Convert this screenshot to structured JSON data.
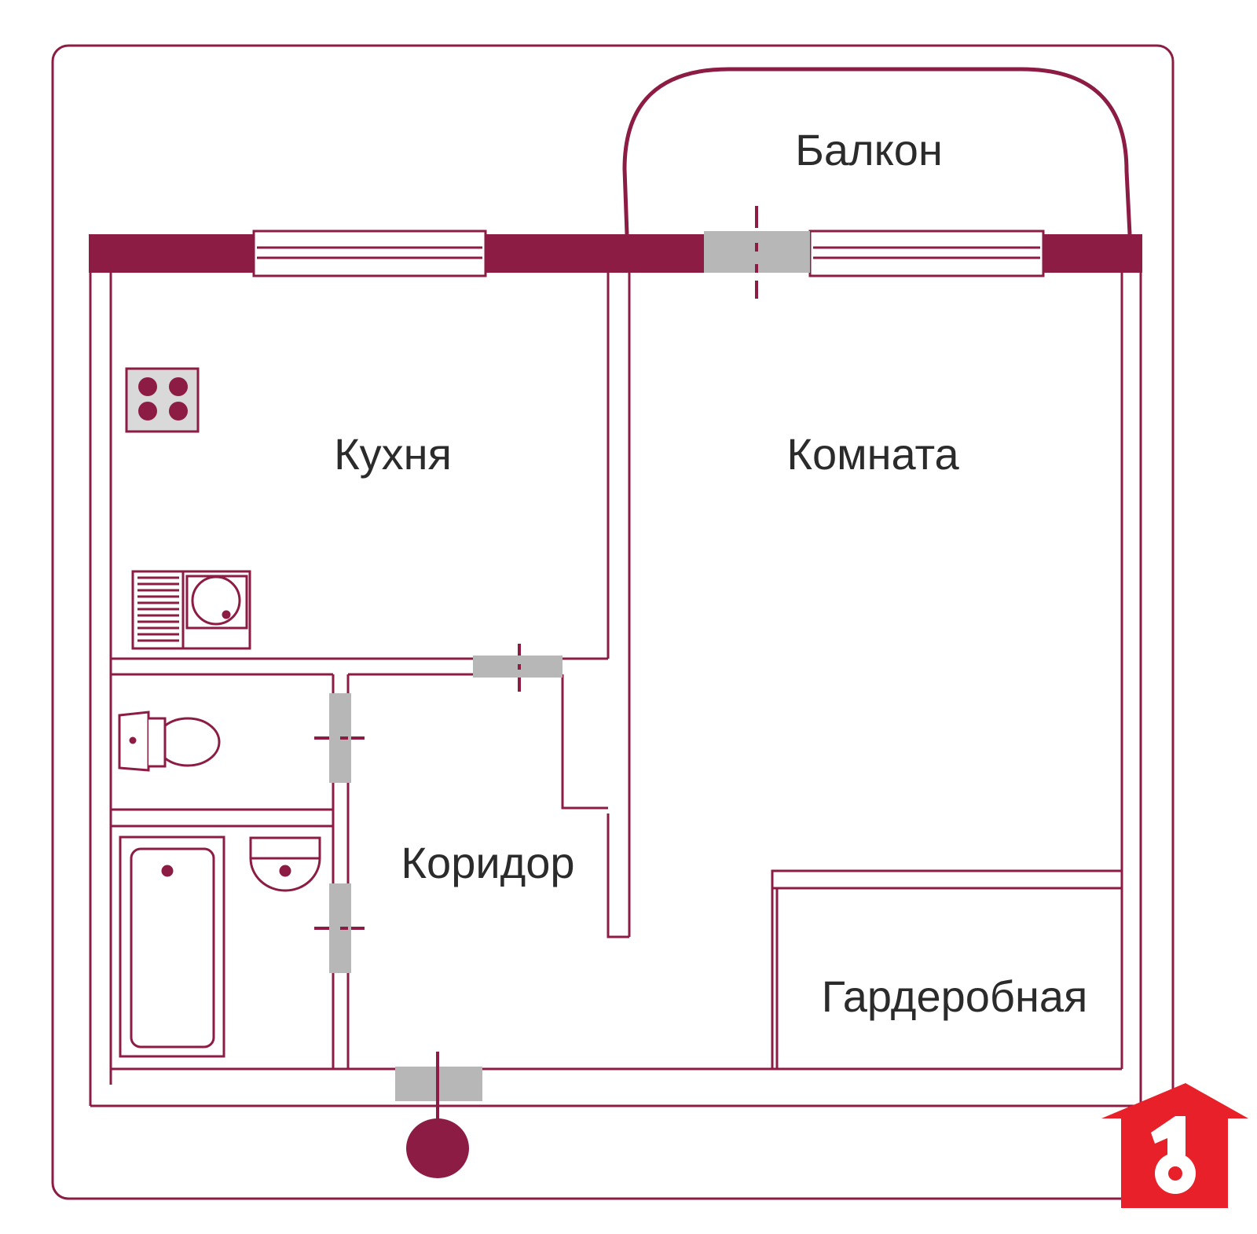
{
  "colors": {
    "wall": "#8c1c44",
    "door": "#b7b7b7",
    "text": "#2b2b2b",
    "logo_red": "#e8202a"
  },
  "rooms": {
    "balcony": "Балкон",
    "kitchen": "Кухня",
    "room": "Комната",
    "corridor": "Коридор",
    "wardrobe": "Гардеробная"
  },
  "logo": {
    "icon": "house-key-logo-icon",
    "digit": "1"
  }
}
